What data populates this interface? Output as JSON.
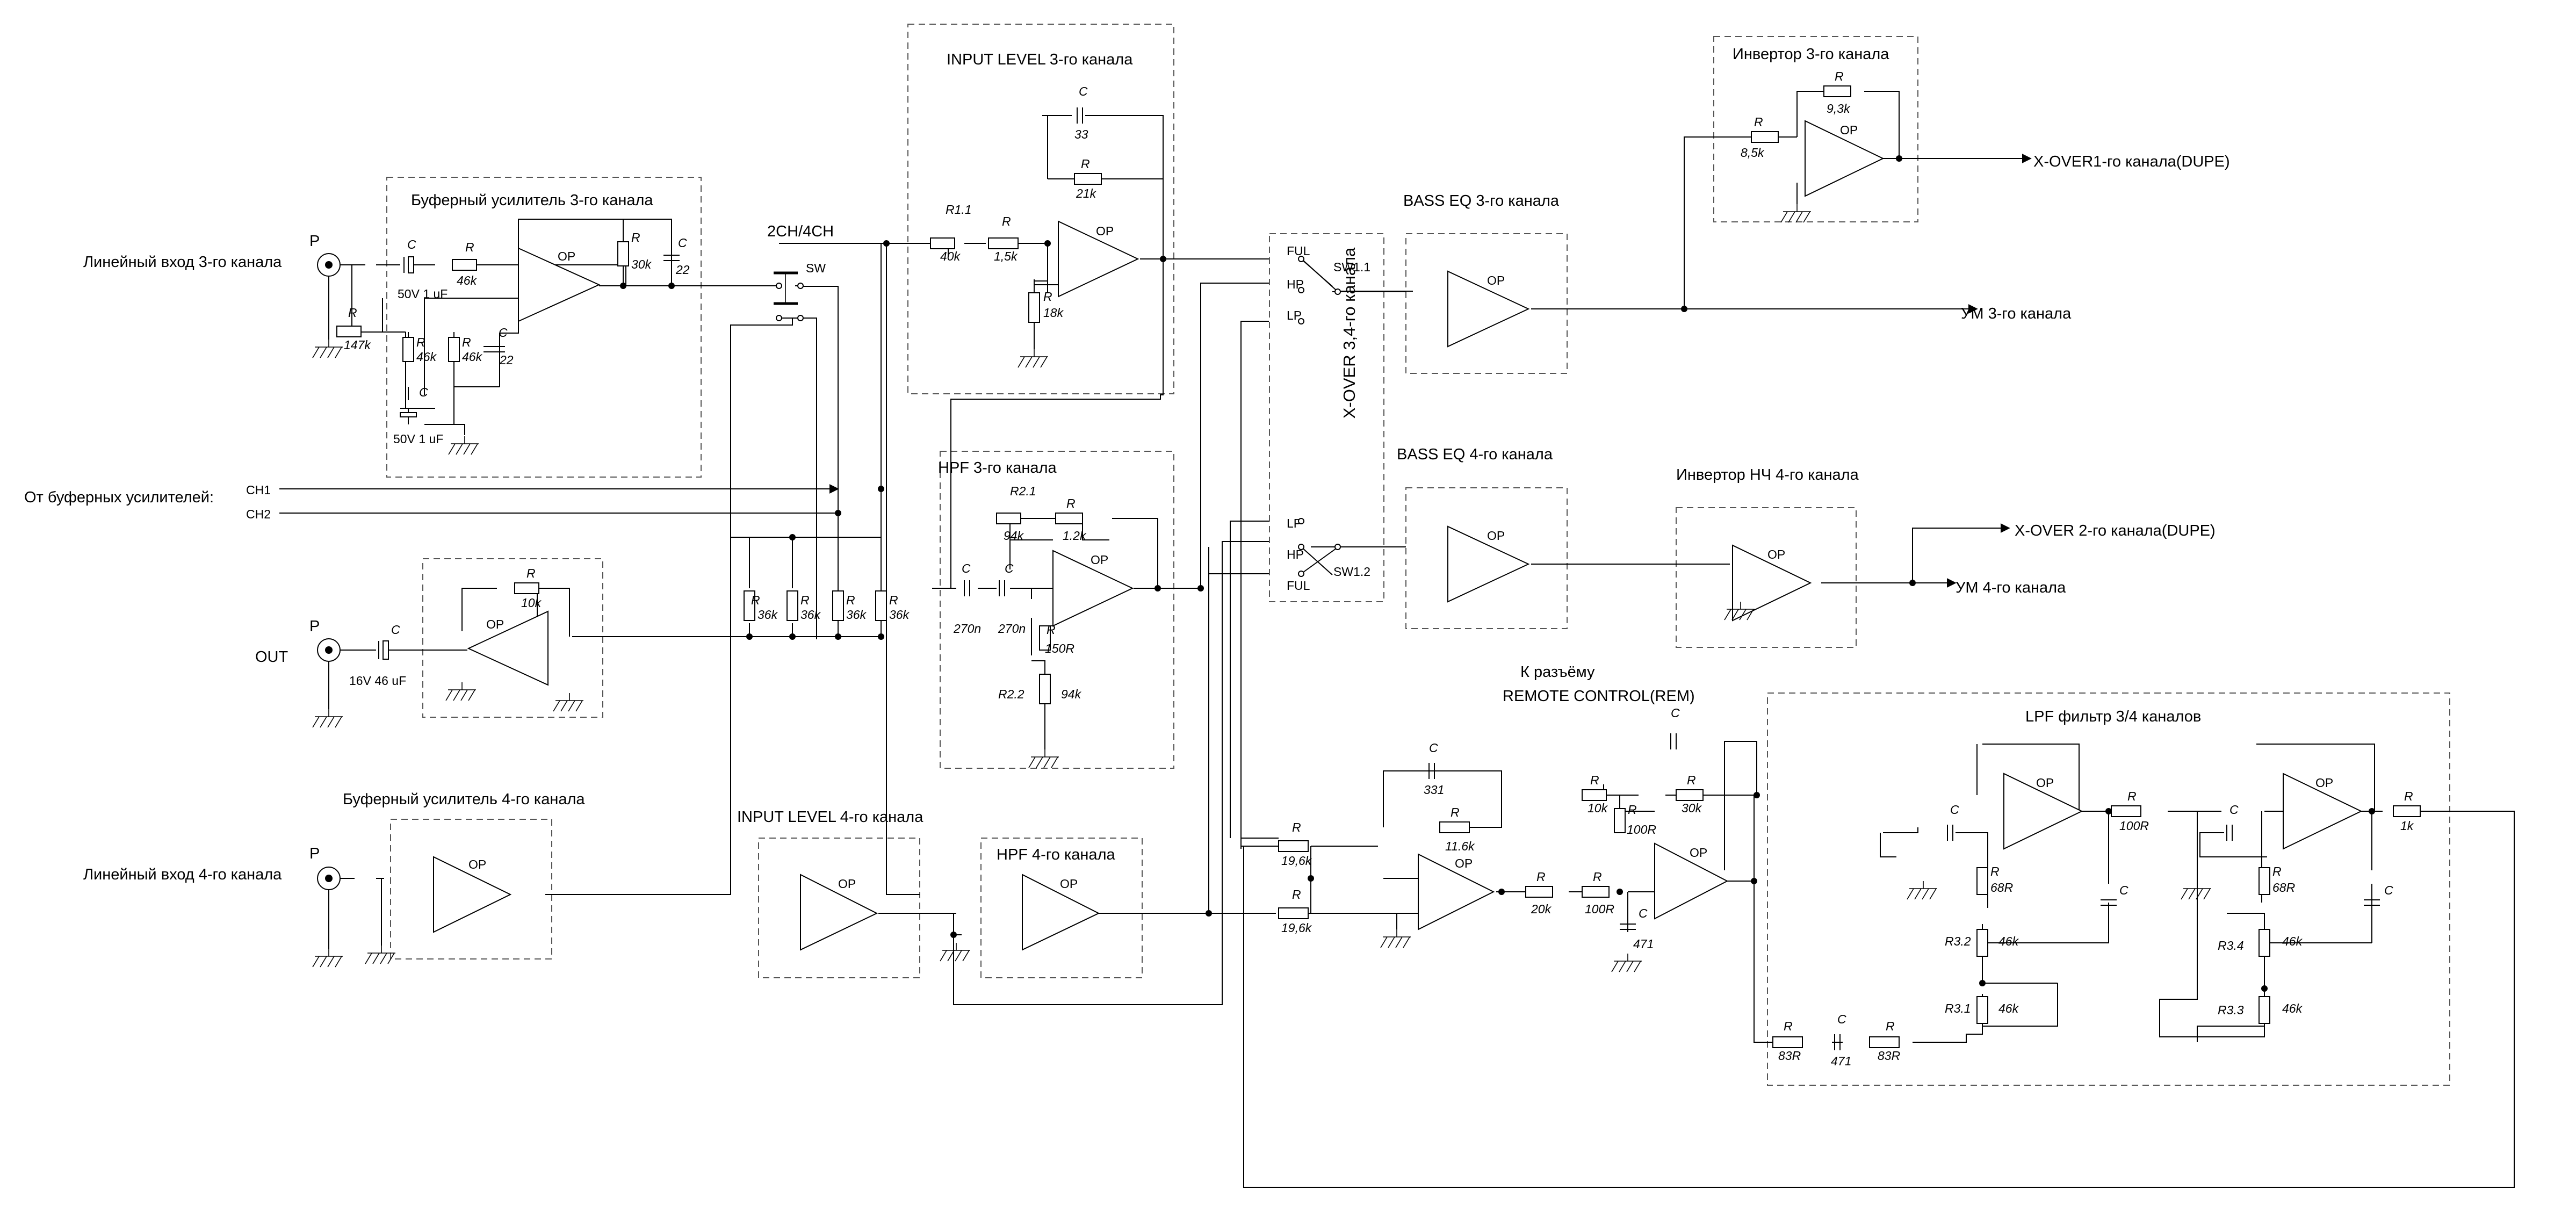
{
  "signals": {
    "line_in_3": "Линейный вход 3-го канала",
    "line_in_4": "Линейный вход 4-го канала",
    "from_buffers": "От буферных усилителей:",
    "ch1": "CH1",
    "ch2": "CH2",
    "out": "OUT",
    "xover1_dupe": "X-OVER1-го канала(DUPE)",
    "xover2_dupe": "X-OVER 2-го канала(DUPE)",
    "um3": "УМ 3-го канала",
    "um4": "УМ 4-го канала",
    "rem_1": "К разъёму",
    "rem_2": "REMOTE CONTROL(REM)"
  },
  "blocks": {
    "buf3": "Буферный усилитель 3-го канала",
    "buf4": "Буферный усилитель 4-го канала",
    "in_level3": "INPUT LEVEL 3-го канала",
    "in_level4": "INPUT LEVEL 4-го канала",
    "hpf3": "HPF 3-го канала",
    "hpf4": "HPF 4-го канала",
    "bass3": "BASS EQ 3-го канала",
    "bass4": "BASS EQ 4-го канала",
    "inv3": "Инвертор 3-го канала",
    "inv4": "Инвертор НЧ 4-го канала",
    "lpf": "LPF фильтр 3/4 каналов",
    "xover": "X-OVER 3,4-го канала"
  },
  "switches": {
    "mode": "2CH/4CH",
    "sw": "SW",
    "sw11": "SW1.1",
    "sw12": "SW1.2",
    "ful": "FUL",
    "hp": "HP",
    "lp": "LP"
  },
  "parts": {
    "op": "OP",
    "p": "P",
    "r": "R",
    "c": "C",
    "r_147k": "147k",
    "r_46k": "46k",
    "r_30k": "30k",
    "c_22": "22",
    "cap_50v": "50V 1 uF",
    "cap_16v": "16V 46 uF",
    "r_10k": "10k",
    "r_36k": "36k",
    "r11": "R1.1",
    "r_40k": "40k",
    "r_15k": "1,5k",
    "r_18k": "18k",
    "r_21k": "21k",
    "c_33": "33",
    "r21": "R2.1",
    "r_94k": "94k",
    "r_12k": "1.2k",
    "c_270n": "270n",
    "r_150r": "150R",
    "r22": "R2.2",
    "r_85k": "8,5k",
    "r_93k": "9,3k",
    "r_196k": "19,6k",
    "c_331": "331",
    "r_118k": "11.6k",
    "r_20k": "20k",
    "r_100r": "100R",
    "c_471": "471",
    "r_68r": "68R",
    "r32": "R3.2",
    "r31": "R3.1",
    "r34": "R3.4",
    "r33": "R3.3",
    "r_83r": "83R",
    "r_1k": "1k"
  }
}
